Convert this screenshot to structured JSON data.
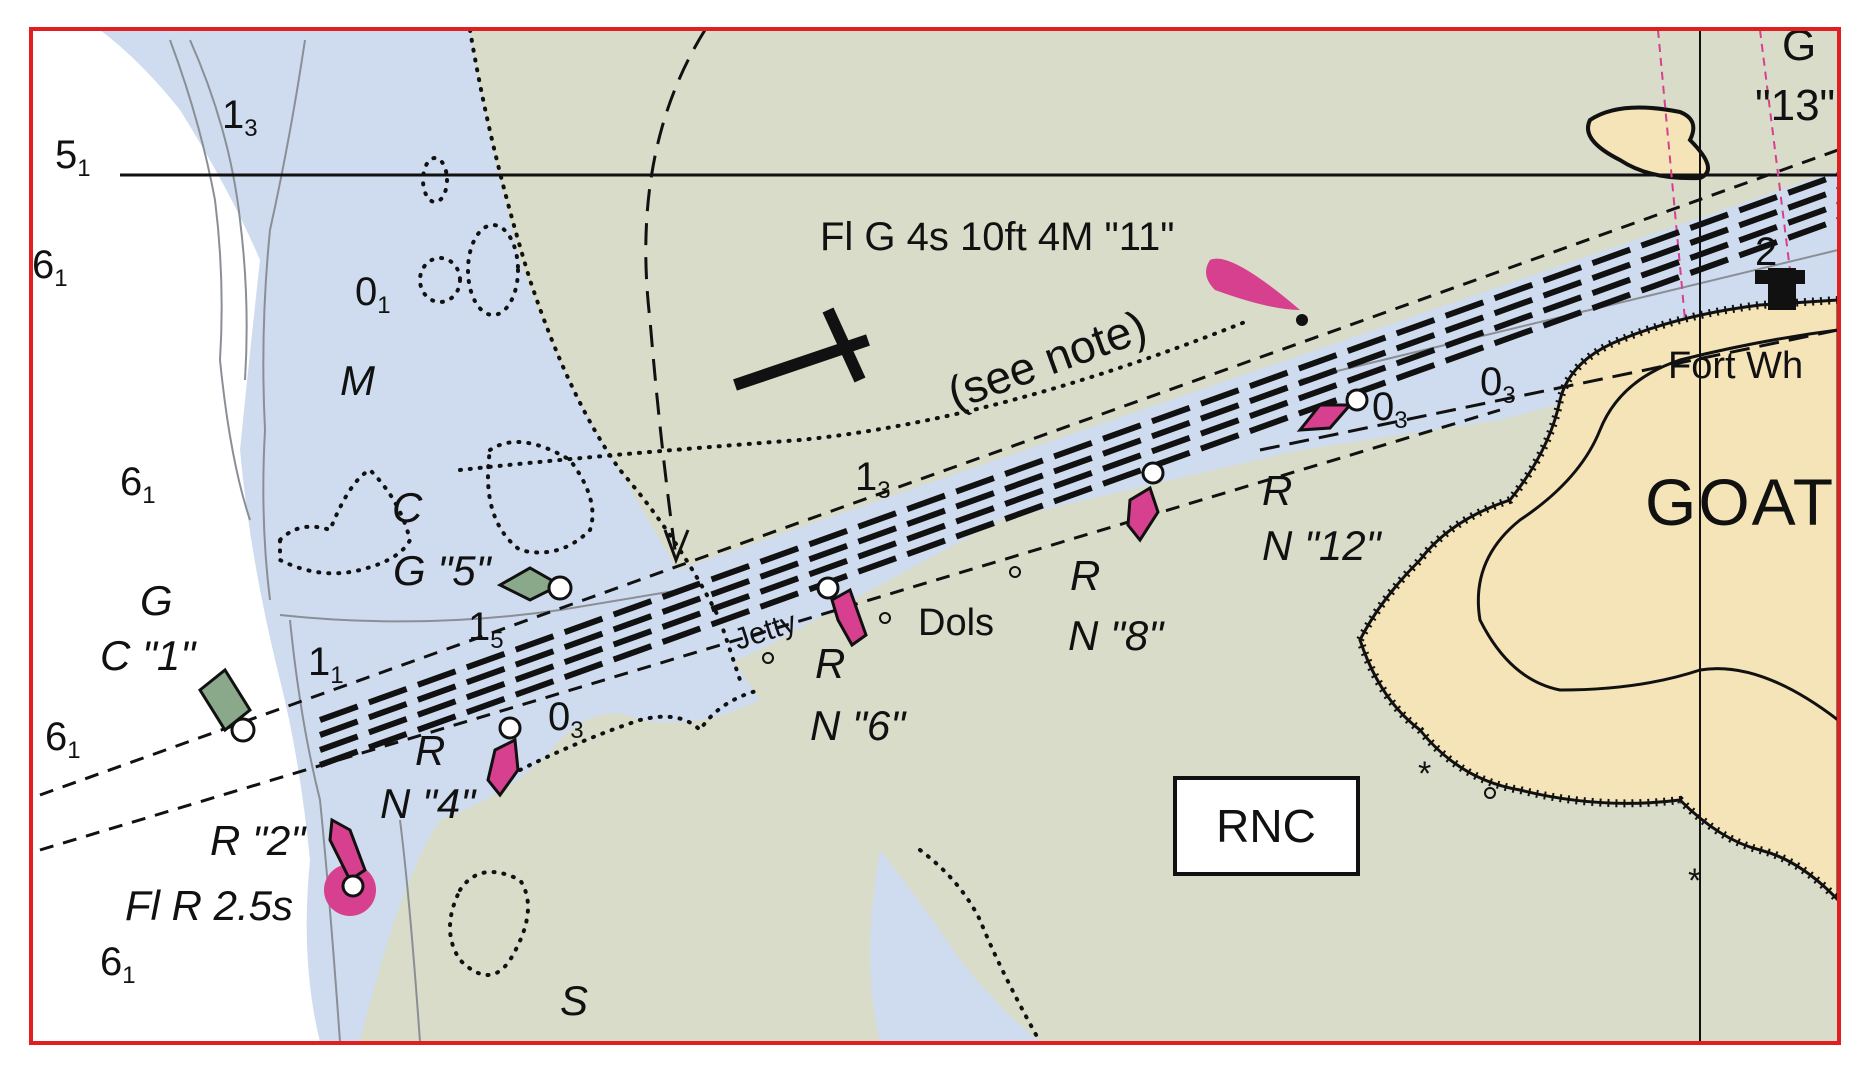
{
  "colors": {
    "border": "#e02020",
    "land": "#d8dcc8",
    "water": "#cfdcef",
    "shallow": "#ffffff",
    "island": "#f4e4b8",
    "red_buoy": "#d6408f",
    "green_buoy": "#8aa88a"
  },
  "legend_box": {
    "label": "RNC"
  },
  "light_label": "Fl G 4s 10ft 4M \"11\"",
  "note_label": "(see note)",
  "island_label": "GOAT",
  "place_label": "Fort Wh",
  "corner_label": {
    "top": "G",
    "bottom": "\"13\""
  },
  "dols_label": "Dols",
  "jetty_label": "Jetty",
  "buoys": [
    {
      "id": "c1",
      "color_letter": "G",
      "name": "C \"1\""
    },
    {
      "id": "g5",
      "name": "G \"5\""
    },
    {
      "id": "r2",
      "name": "R \"2\"",
      "light": "Fl R 2.5s"
    },
    {
      "id": "n4",
      "color_letter": "R",
      "name": "N \"4\""
    },
    {
      "id": "n6",
      "color_letter": "R",
      "name": "N \"6\""
    },
    {
      "id": "n8",
      "color_letter": "R",
      "name": "N \"8\""
    },
    {
      "id": "n12",
      "color_letter": "R",
      "name": "N \"12\""
    }
  ],
  "soundings": [
    {
      "id": "s1",
      "main": "1",
      "sub": "3"
    },
    {
      "id": "s2",
      "main": "5",
      "sub": "1"
    },
    {
      "id": "s3",
      "main": "6",
      "sub": "1"
    },
    {
      "id": "s4",
      "main": "0",
      "sub": "1"
    },
    {
      "id": "s5",
      "main": "6",
      "sub": "1"
    },
    {
      "id": "s6",
      "main": "6",
      "sub": "1"
    },
    {
      "id": "s7",
      "main": "6",
      "sub": "1"
    },
    {
      "id": "s8",
      "main": "1",
      "sub": "3"
    },
    {
      "id": "s9",
      "main": "1",
      "sub": "5"
    },
    {
      "id": "s10",
      "main": "1",
      "sub": "1"
    },
    {
      "id": "s11",
      "main": "0",
      "sub": "3"
    },
    {
      "id": "s12",
      "main": "0",
      "sub": "3"
    },
    {
      "id": "s13",
      "main": "0",
      "sub": "3"
    },
    {
      "id": "s14",
      "main": "2",
      "sub": ""
    }
  ],
  "bottom_letters": {
    "m": "M",
    "c": "C",
    "s": "S"
  }
}
